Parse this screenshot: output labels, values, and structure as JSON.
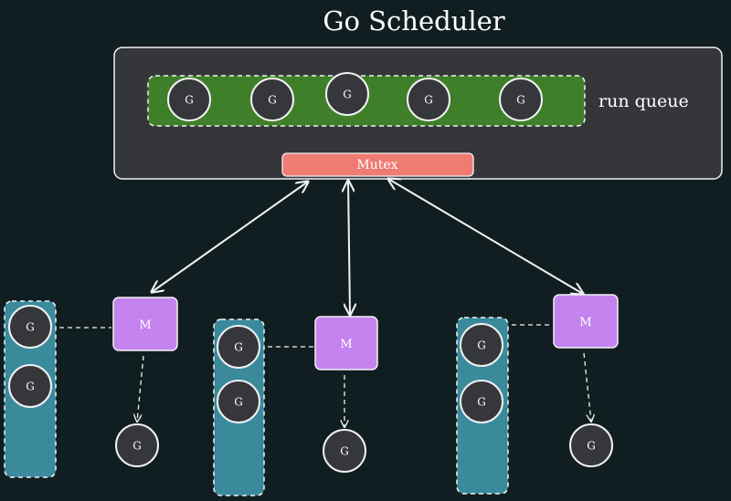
{
  "title": "Go Scheduler",
  "scheduler": {
    "run_queue_label": "run queue",
    "mutex_label": "Mutex",
    "queue_goroutines": [
      "G",
      "G",
      "G",
      "G",
      "G"
    ]
  },
  "machines": [
    {
      "label": "M",
      "local_queue": [
        "G",
        "G"
      ],
      "running": "G"
    },
    {
      "label": "M",
      "local_queue": [
        "G",
        "G"
      ],
      "running": "G"
    },
    {
      "label": "M",
      "local_queue": [
        "G",
        "G"
      ],
      "running": "G"
    }
  ],
  "colors": {
    "background": "#111e21",
    "scheduler_box": "#35363a",
    "run_queue": "#3f7f2a",
    "mutex": "#ef7b72",
    "machine": "#c483ef",
    "local_queue": "#3a8a9c",
    "goroutine": "#36373b",
    "stroke": "#f2f2f2"
  }
}
